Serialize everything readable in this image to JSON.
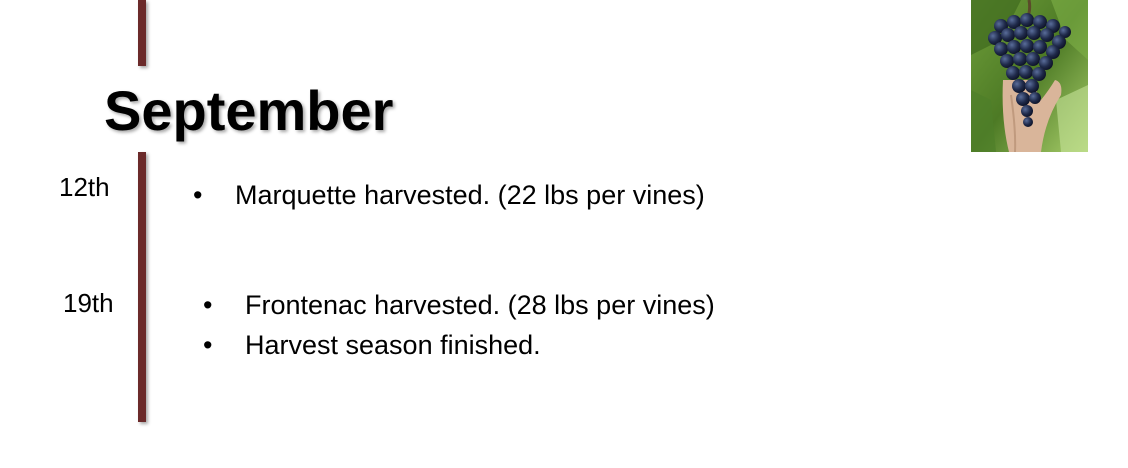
{
  "slide": {
    "title": "September",
    "entries": [
      {
        "date": "12th",
        "bullets": [
          "Marquette harvested. (22 lbs per vines)"
        ]
      },
      {
        "date": "19th",
        "bullets": [
          "Frontenac harvested. (28 lbs per vines)",
          "Harvest season finished."
        ]
      }
    ],
    "bullet_glyph": "•",
    "colors": {
      "timeline": "#6b2a2a",
      "text": "#000000",
      "background": "#ffffff"
    },
    "image": {
      "name": "grape-cluster-photo",
      "description": "grape-cluster"
    }
  }
}
